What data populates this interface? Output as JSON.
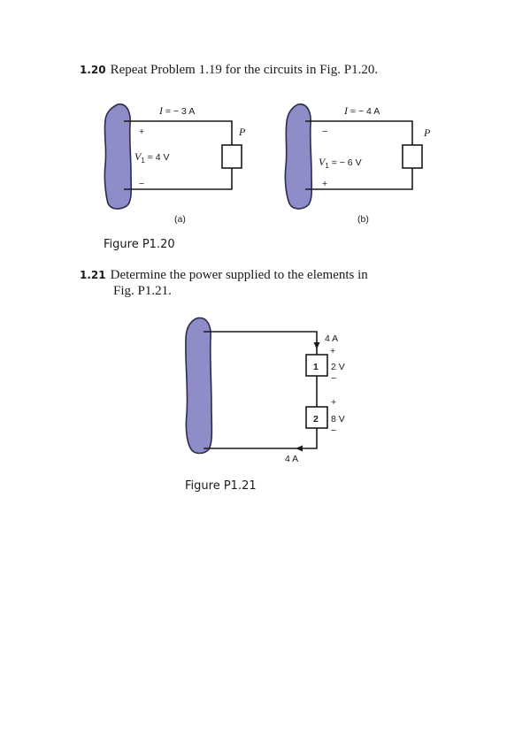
{
  "problems": [
    {
      "number": "1.20",
      "text_line1": "Repeat Problem 1.19 for the circuits in Fig. P1.20.",
      "text_line2": ""
    },
    {
      "number": "1.21",
      "text_line1": "Determine the power supplied to the elements in",
      "text_line2": "Fig. P1.21."
    }
  ],
  "fig120": {
    "caption": "Figure P1.20",
    "a": {
      "label": "(a)",
      "current_var": "I",
      "current_rest": " = − 3 A",
      "plus": "+",
      "minus": "−",
      "voltage_var": "V",
      "voltage_sub": "1",
      "voltage_rest": " = 4 V",
      "element": "P"
    },
    "b": {
      "label": "(b)",
      "current_var": "I",
      "current_rest": " = − 4 A",
      "top_sign": "−",
      "bottom_sign": "+",
      "voltage_var": "V",
      "voltage_sub": "1",
      "voltage_rest": " = − 6 V",
      "element": "P"
    }
  },
  "fig121": {
    "caption": "Figure P1.21",
    "current_top": "4 A",
    "current_bottom": "4 A",
    "element1": {
      "id": "1",
      "voltage": "2 V",
      "plus": "+",
      "minus": "−"
    },
    "element2": {
      "id": "2",
      "voltage": "8 V",
      "plus": "+",
      "minus": "−"
    }
  }
}
